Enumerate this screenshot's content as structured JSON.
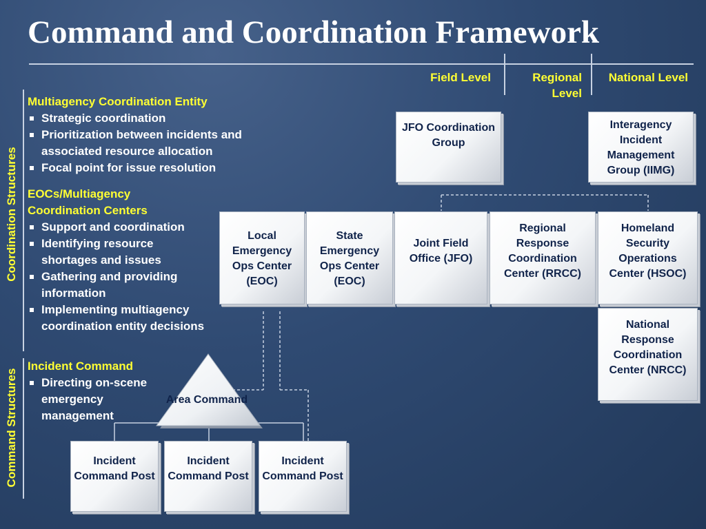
{
  "title": "Command and Coordination Framework",
  "levels": {
    "field": "Field Level",
    "regional": "Regional Level",
    "national": "National Level"
  },
  "side_labels": {
    "coordination": "Coordination Structures",
    "command": "Command Structures"
  },
  "sections": {
    "mac": {
      "heading": "Multiagency Coordination Entity",
      "bullets": [
        "Strategic coordination",
        "Prioritization between incidents and associated resource allocation",
        "Focal point for issue resolution"
      ]
    },
    "eoc": {
      "heading": "EOCs/Multiagency Coordination Centers",
      "bullets": [
        "Support and coordination",
        "Identifying resource shortages and issues",
        "Gathering and providing information",
        "Implementing multiagency coordination entity decisions"
      ]
    },
    "ic": {
      "heading": "Incident Command",
      "bullets": [
        "Directing on-scene emergency management"
      ]
    }
  },
  "boxes": {
    "jfo_group": "JFO Coordination Group",
    "iimg": "Interagency Incident Management Group (IIMG)",
    "local_eoc": "Local Emergency Ops Center (EOC)",
    "state_eoc": "State Emergency Ops Center (EOC)",
    "jfo": "Joint Field Office (JFO)",
    "rrcc": "Regional Response Coordination Center (RRCC)",
    "hsoc": "Homeland Security Operations Center (HSOC)",
    "nrcc": "National Response Coordination Center (NRCC)",
    "area_command": "Area Command",
    "icp_1": "Incident Command Post",
    "icp_2": "Incident Command Post",
    "icp_3": "Incident Command Post"
  },
  "colors": {
    "accent": "#ffff33",
    "background": "#2f4a72",
    "box_text": "#10234a"
  }
}
